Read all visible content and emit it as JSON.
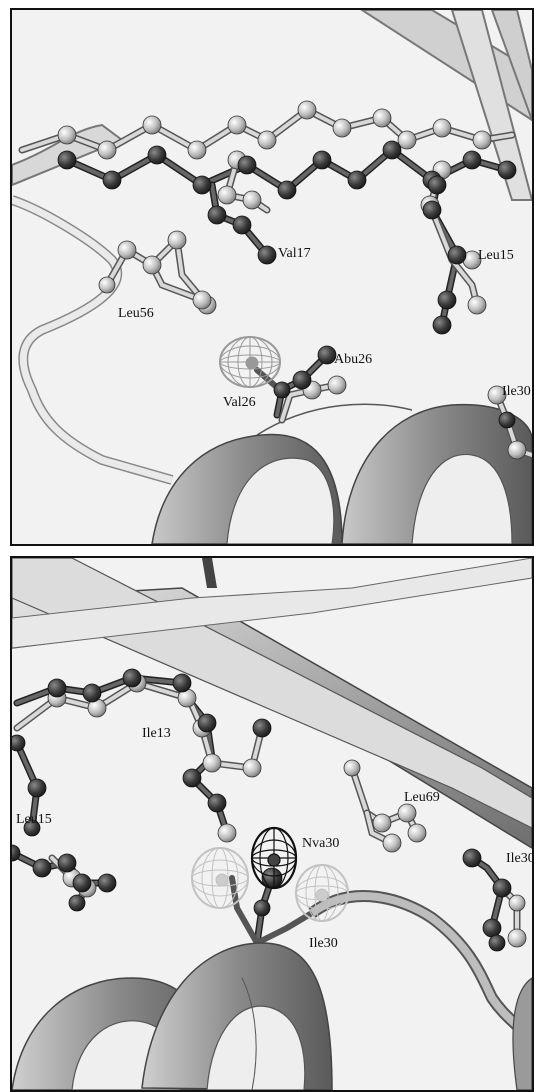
{
  "top_panel": {
    "labels": {
      "val17": "Val17",
      "leu15": "Leu15",
      "leu56": "Leu56",
      "abu26": "Abu26",
      "val26": "Val26",
      "ile30": "Ile30"
    }
  },
  "bottom_panel": {
    "labels": {
      "ile13": "Ile13",
      "leu69": "Leu69",
      "leu15": "Leu15",
      "nva30": "Nva30",
      "ile30": "Ile30",
      "ile30_right": "Ile30"
    }
  },
  "colors": {
    "background": "#f2f2f2",
    "dark_atom": "#3a3a3a",
    "light_atom": "#b8b8b8",
    "ribbon": "#9a9a9a",
    "density_mesh_light": "#bdbdbd",
    "density_mesh_dark": "#111111"
  }
}
